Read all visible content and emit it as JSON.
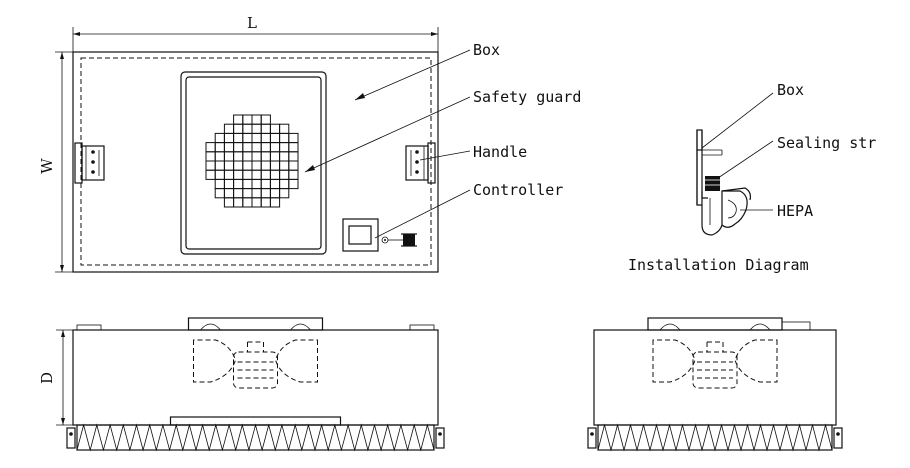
{
  "dimensions": {
    "length": "L",
    "width": "W",
    "depth": "D"
  },
  "callouts": {
    "box": "Box",
    "safety_guard": "Safety guard",
    "handle": "Handle",
    "controller": "Controller"
  },
  "installation": {
    "box": "Box",
    "sealing_strip": "Sealing str",
    "hepa": "HEPA",
    "title": "Installation Diagram"
  }
}
